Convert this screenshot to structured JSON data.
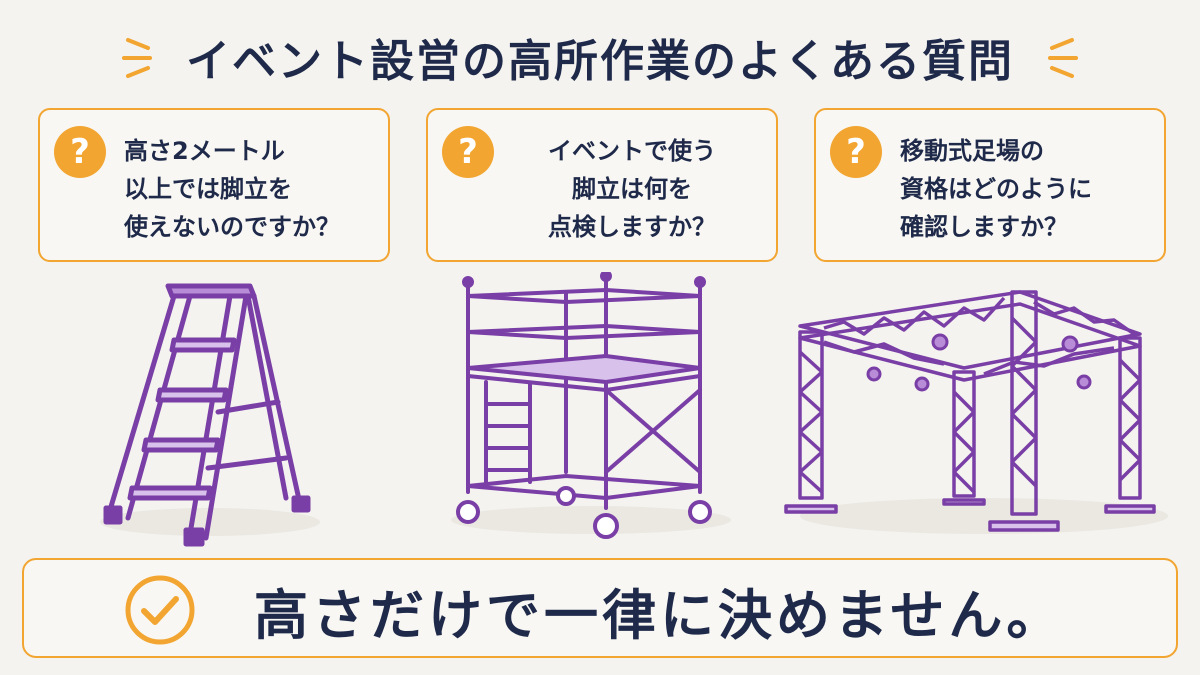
{
  "title": "イベント設営の高所作業のよくある質問",
  "colors": {
    "accent": "#f2a531",
    "navy": "#1f2a4a",
    "illustration": "#7a3fa6",
    "background": "#f4f3ef"
  },
  "questions": [
    {
      "icon": "question-icon",
      "mark": "?",
      "lines": [
        "高さ2メートル",
        "以上では脚立を",
        "使えないのですか？"
      ]
    },
    {
      "icon": "question-icon",
      "mark": "?",
      "lines": [
        "イベントで使う",
        "脚立は何を",
        "点検しますか？"
      ]
    },
    {
      "icon": "question-icon",
      "mark": "?",
      "lines": [
        "移動式足場の",
        "資格はどのように",
        "確認しますか？"
      ]
    }
  ],
  "illustrations": [
    "stepladder",
    "mobile-scaffold",
    "truss-rig-with-lights"
  ],
  "answer": {
    "icon": "checkmark-icon",
    "text": "高さだけで一律に決めません。"
  }
}
